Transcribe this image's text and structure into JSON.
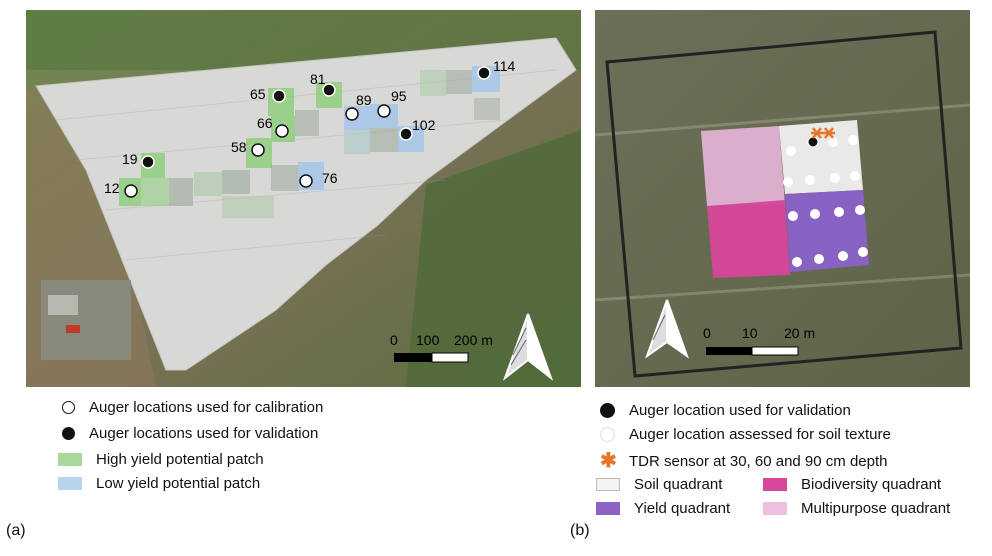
{
  "panel_a": {
    "label": "(a)",
    "points": [
      {
        "id": "12",
        "type": "calibration"
      },
      {
        "id": "19",
        "type": "validation"
      },
      {
        "id": "58",
        "type": "calibration"
      },
      {
        "id": "65",
        "type": "validation"
      },
      {
        "id": "66",
        "type": "calibration"
      },
      {
        "id": "81",
        "type": "validation"
      },
      {
        "id": "89",
        "type": "calibration"
      },
      {
        "id": "95",
        "type": "calibration"
      },
      {
        "id": "102",
        "type": "validation"
      },
      {
        "id": "114",
        "type": "validation"
      },
      {
        "id": "76",
        "type": "calibration"
      }
    ],
    "scale_bar": {
      "tick_0": "0",
      "tick_1": "100",
      "tick_2": "200 m"
    },
    "legend": {
      "calibration": "Auger locations used for calibration",
      "validation": "Auger locations used for validation",
      "high_yield": "High yield potential patch",
      "low_yield": "Low yield potential patch"
    },
    "colors": {
      "high_yield": "#8fcf7e",
      "low_yield": "#a6c8e8"
    }
  },
  "panel_b": {
    "label": "(b)",
    "scale_bar": {
      "tick_0": "0",
      "tick_1": "10",
      "tick_2": "20 m"
    },
    "legend": {
      "validation": "Auger location used for validation",
      "texture": "Auger location assessed for soil texture",
      "tdr": "TDR sensor at 30, 60 and 90 cm depth",
      "soil": "Soil quadrant",
      "biodiversity": "Biodiversity quadrant",
      "yield": "Yield quadrant",
      "multipurpose": "Multipurpose quadrant"
    },
    "colors": {
      "soil": "#f0f0f0",
      "biodiversity": "#d6479a",
      "yield": "#8a62c8",
      "multipurpose": "#e8b6d8",
      "tdr": "#e8762a"
    }
  }
}
